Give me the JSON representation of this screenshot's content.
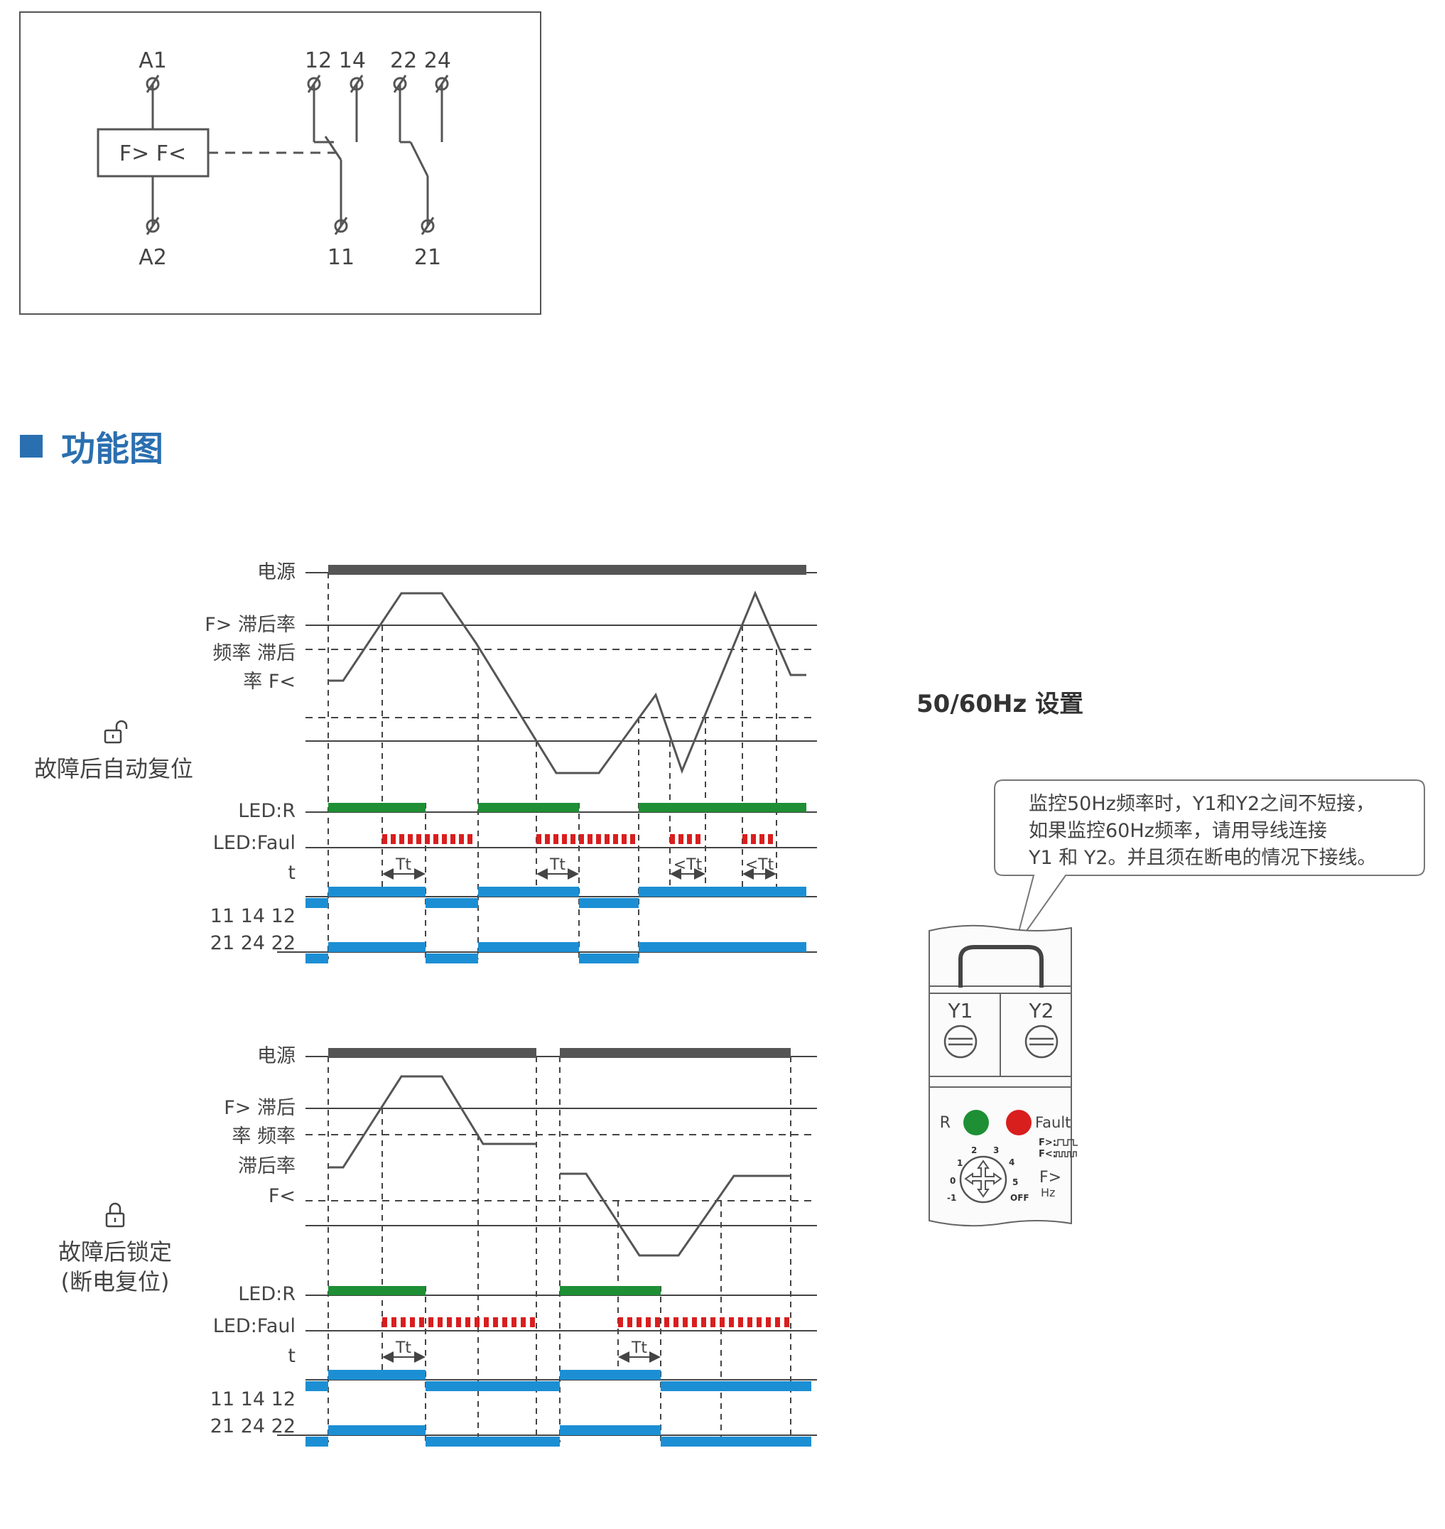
{
  "wiring": {
    "terminals": {
      "a1": "A1",
      "a2": "A2",
      "t12_14": "12 14",
      "t22_24": "22 24",
      "t11": "11",
      "t21": "21"
    },
    "box_label": "F> F<"
  },
  "section_title": "功能图",
  "diagram_auto": {
    "mode_label": "故障后自动复位",
    "labels": {
      "power": "电源",
      "f_high": "F> 滞后率",
      "hyst": "频率 滞后",
      "f_low": "率 F<",
      "led_r": "LED:R",
      "led_fault": "LED:Faul",
      "t": "t",
      "contacts1": "11 14 12",
      "contacts2": "21 24 22"
    },
    "tt_labels": [
      "Tt",
      "Tt",
      "<Tt",
      "<Tt"
    ]
  },
  "diagram_latch": {
    "mode_label_1": "故障后锁定",
    "mode_label_2": "(断电复位)",
    "labels": {
      "power": "电源",
      "f_high": "F> 滞后",
      "hyst": "率 频率",
      "hyst2": "滞后率",
      "f_low": "F<",
      "led_r": "LED:R",
      "led_fault": "LED:Faul",
      "t": "t",
      "contacts1": "11 14 12",
      "contacts2": "21 24 22"
    },
    "tt_labels": [
      "Tt",
      "Tt"
    ]
  },
  "settings": {
    "title": "50/60Hz 设置",
    "callout": [
      "监控50Hz频率时，Y1和Y2之间不短接，",
      "如果监控60Hz频率，请用导线连接",
      "Y1 和 Y2。并且须在断电的情况下接线。"
    ],
    "device": {
      "y1": "Y1",
      "y2": "Y2",
      "r": "R",
      "fault": "Fault",
      "dial_numbers": [
        "1",
        "2",
        "3",
        "4",
        "5",
        "0",
        "-1",
        "OFF"
      ],
      "f_high_mark": "F>:",
      "f_low_mark": "F<:",
      "f_label": "F>",
      "hz_label": "Hz"
    }
  },
  "colors": {
    "power_bar": "#555555",
    "led_r": "#1e8f35",
    "led_fault": "#d91e1e",
    "relay": "#1c8fd4",
    "title": "#2a6fb0"
  }
}
